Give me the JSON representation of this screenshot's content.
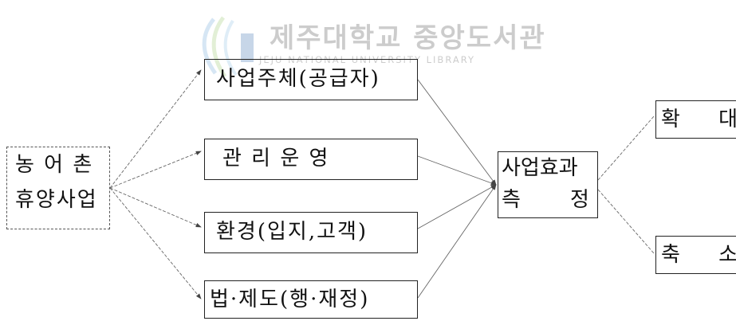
{
  "watermark": {
    "title": "제주대학교 중앙도서관",
    "subtitle": "JEJU NATIONAL UNIVERSITY LIBRARY"
  },
  "root": {
    "line1": "농 어 촌",
    "line2": "휴양사업"
  },
  "factors": [
    {
      "label": "사업주체(공급자)"
    },
    {
      "label": "관 리  운 영"
    },
    {
      "label": "환경(입지,고객)"
    },
    {
      "label": "법·제도(행·재정)"
    }
  ],
  "measure": {
    "line1": "사업효과",
    "line2a": "측",
    "line2b": "정"
  },
  "outcomes": [
    {
      "label": "확 대"
    },
    {
      "label": "축 소"
    }
  ]
}
